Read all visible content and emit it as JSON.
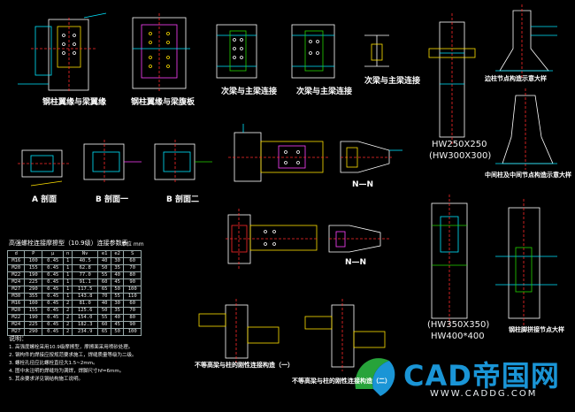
{
  "labels": {
    "d1": "钢柱翼缘与梁翼缘",
    "d2": "钢柱翼缘与梁腹板",
    "d3": "次梁与主梁连接",
    "d4": "次梁与主梁连接",
    "d5": "次梁与主梁连接",
    "d6": "边柱节点构造示意大样",
    "d7": "中间柱及中间节点构造示意大样",
    "hw1": "HW250X250",
    "hw2": "(HW300X300)",
    "hw3": "(HW350X350)",
    "hw4": "HW400*400",
    "a": "A 剖面",
    "b1": "B 剖面一",
    "b2": "B 剖面二",
    "nn": "N—N",
    "mm": "N—N",
    "bottom1": "不等高梁与柱的刚性连接构造（一）",
    "bottom2": "不等高梁与柱的刚性连接构造（二）",
    "right_bottom": "钢柱脚拼接节点大样"
  },
  "table": {
    "title": "高强螺栓连接摩擦型（10.9级）连接参数表",
    "unit": "单位 mm",
    "rows": [
      [
        "d",
        "P",
        "μ",
        "n",
        "Nv",
        "e1",
        "e2",
        "S"
      ],
      [
        "M16",
        "100",
        "0.45",
        "1",
        "40.5",
        "40",
        "30",
        "60"
      ],
      [
        "M20",
        "155",
        "0.45",
        "1",
        "62.8",
        "50",
        "35",
        "70"
      ],
      [
        "M22",
        "190",
        "0.45",
        "1",
        "77.0",
        "55",
        "40",
        "80"
      ],
      [
        "M24",
        "225",
        "0.45",
        "1",
        "91.1",
        "60",
        "45",
        "90"
      ],
      [
        "M27",
        "290",
        "0.45",
        "1",
        "117.5",
        "65",
        "50",
        "100"
      ],
      [
        "M30",
        "355",
        "0.45",
        "1",
        "143.8",
        "70",
        "55",
        "110"
      ],
      [
        "M16",
        "100",
        "0.45",
        "2",
        "81.0",
        "40",
        "30",
        "60"
      ],
      [
        "M20",
        "155",
        "0.45",
        "2",
        "125.6",
        "50",
        "35",
        "70"
      ],
      [
        "M22",
        "190",
        "0.45",
        "2",
        "154.0",
        "55",
        "40",
        "80"
      ],
      [
        "M24",
        "225",
        "0.45",
        "2",
        "182.3",
        "60",
        "45",
        "90"
      ],
      [
        "M27",
        "290",
        "0.45",
        "2",
        "234.9",
        "65",
        "50",
        "100"
      ]
    ]
  },
  "notes": {
    "title": "说明：",
    "lines": [
      "1. 高强度螺栓采用10.9级摩擦型，摩擦面采用喷砂处理。",
      "2. 钢构件的焊接应按规范要求施工，焊缝质量等级为二级。",
      "3. 螺栓孔径应比螺栓直径大1.5~2mm。",
      "4. 图中未注明的焊缝均为满焊，焊脚尺寸hf=6mm。",
      "5. 其余要求详见钢结构施工说明。"
    ]
  },
  "logo": {
    "text": "CAD帝国网",
    "url": "WWW.CADDG.COM",
    "color": "#1a95d6"
  },
  "colors": {
    "background": "#000000",
    "cyan": "#00e5ff",
    "yellow": "#ffe000",
    "green": "#25d400",
    "magenta": "#ff40ff",
    "red": "#ff2a2a",
    "white": "#ffffff"
  }
}
